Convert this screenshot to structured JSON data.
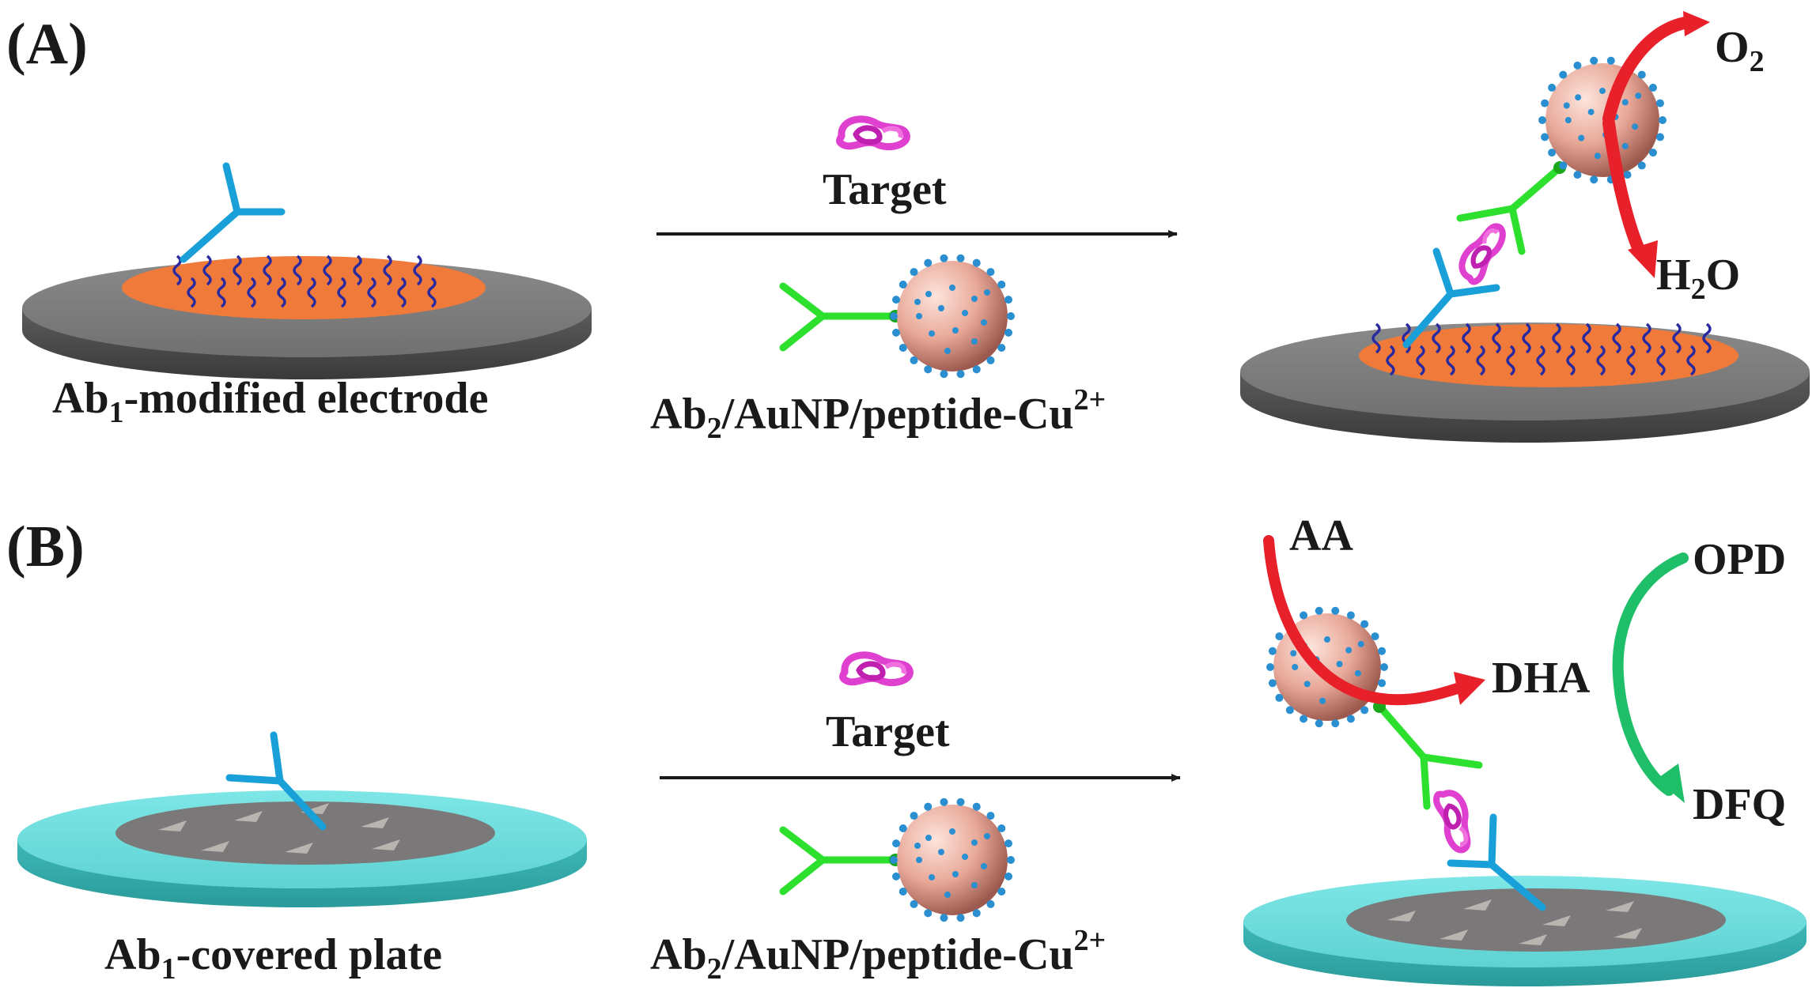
{
  "panels": [
    {
      "id": "A",
      "label": "(A)",
      "start_caption": {
        "main": "Ab",
        "sub": "1",
        "rest": "-modified electrode"
      },
      "target_label": "Target",
      "reagent_caption": {
        "main": "Ab",
        "sub": "2",
        "rest": "/AuNP/peptide-Cu",
        "sup": "2+"
      },
      "product_top": {
        "main": "O",
        "sub": "2"
      },
      "product_bottom": {
        "main": "H",
        "sub": "2",
        "rest": "O"
      }
    },
    {
      "id": "B",
      "label": "(B)",
      "start_caption": {
        "main": "Ab",
        "sub": "1",
        "rest": "-covered plate"
      },
      "target_label": "Target",
      "reagent_caption": {
        "main": "Ab",
        "sub": "2",
        "rest": "/AuNP/peptide-Cu",
        "sup": "2+"
      },
      "substrate": "AA",
      "product": "DHA",
      "secondary_substrate": "OPD",
      "secondary_product": "DFQ"
    }
  ],
  "colors": {
    "capture_antibody": "#1aa0d8",
    "detection_antibody": "#2ee02e",
    "target_protein": "#e040d0",
    "nanoparticle": "#e8a898",
    "nanoparticle_dots": "#2a8fd0",
    "electrode_plate": "#6f6f6f",
    "electrode_surface": "#f07a3a",
    "microplate": "#5fd6d6",
    "microplate_well": "#7a7878",
    "peptide_chains": "#2a2aa0",
    "red_arrow": "#e8202a",
    "green_arrow": "#1fbf6a"
  }
}
